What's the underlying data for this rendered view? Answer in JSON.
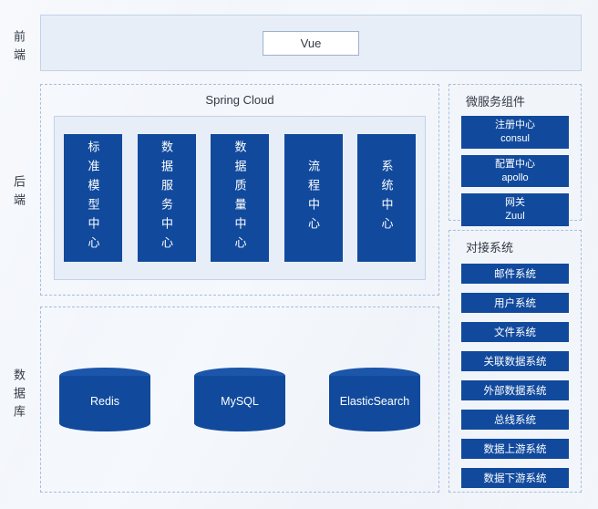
{
  "labels": {
    "frontend": "前端",
    "backend": "后端",
    "database": "数据库"
  },
  "frontend": {
    "vue_label": "Vue"
  },
  "backend": {
    "title": "Spring Cloud",
    "pillars": [
      "标准模型中心",
      "数据服务中心",
      "数据质量中心",
      "流程中心",
      "系统中心"
    ]
  },
  "microservices": {
    "title": "微服务组件",
    "items": [
      {
        "name": "注册中心",
        "tech": "consul"
      },
      {
        "name": "配置中心",
        "tech": "apollo"
      },
      {
        "name": "网关",
        "tech": "Zuul"
      }
    ]
  },
  "integrations": {
    "title": "对接系统",
    "items": [
      "邮件系统",
      "用户系统",
      "文件系统",
      "关联数据系统",
      "外部数据系统",
      "总线系统",
      "数据上游系统",
      "数据下游系统"
    ]
  },
  "databases": {
    "items": [
      "Redis",
      "MySQL",
      "ElasticSearch"
    ]
  },
  "colors": {
    "primary": "#114A9D",
    "primary_light": "#1C56AB",
    "section_bg": "#E8EEF7",
    "dash_border": "#A9BEDC",
    "solid_border": "#C2D2E8",
    "page_bg": "#EDF2F9",
    "text_dark": "#333A45"
  }
}
